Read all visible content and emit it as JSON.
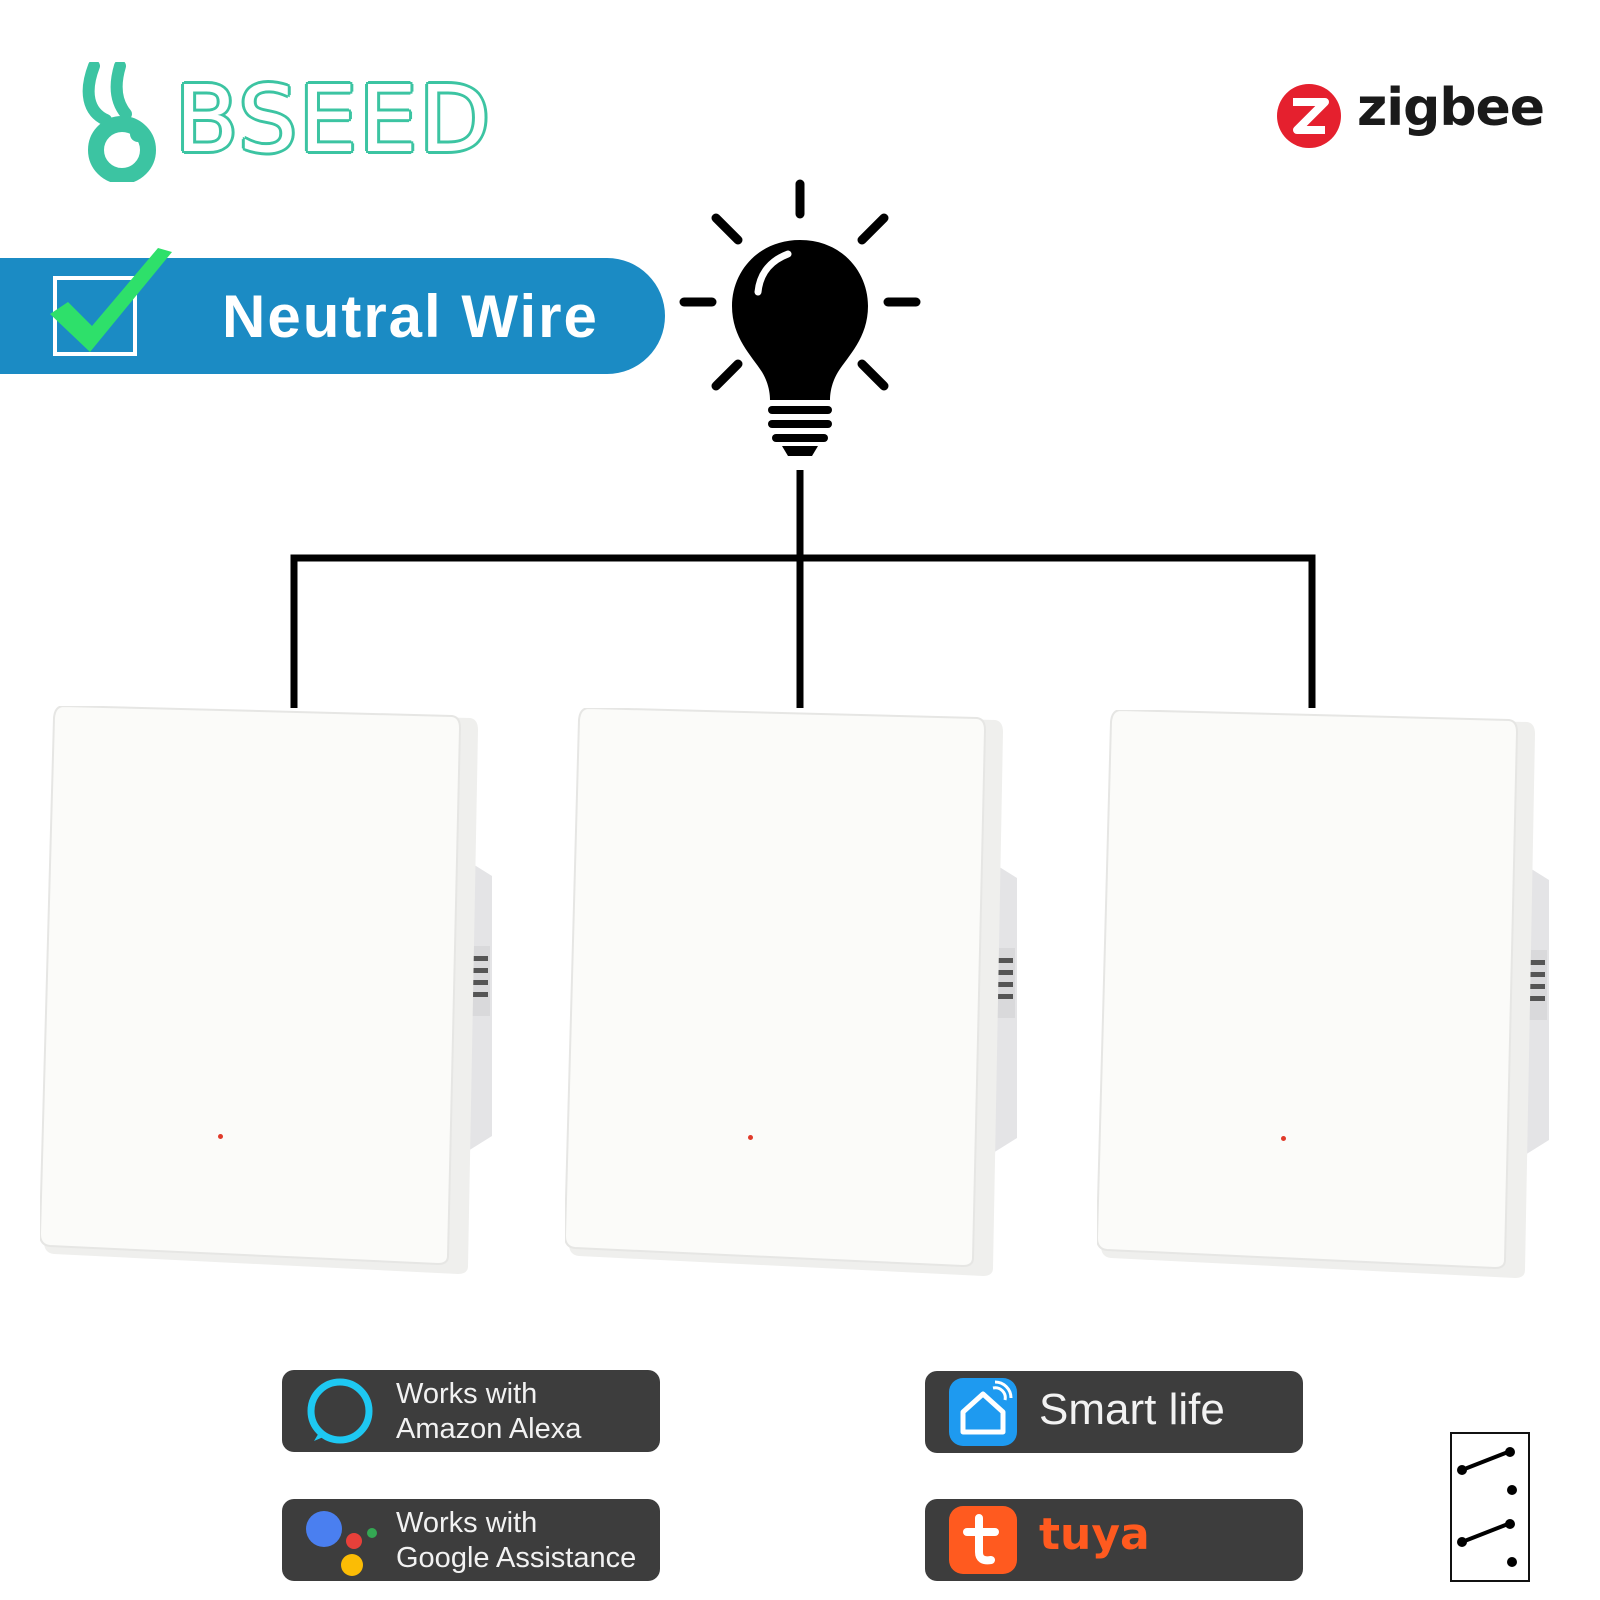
{
  "brand": {
    "name": "BSEED",
    "color": "#3cc4a2"
  },
  "protocol": {
    "name": "zigbee",
    "icon": "zigbee-icon",
    "color": "#e5202e"
  },
  "banner": {
    "label": "Neutral Wire",
    "color": "#1b8bc4",
    "check_color": "#2ee06a"
  },
  "diagram": {
    "lamp_icon": "light-bulb-icon",
    "switch_count": 3
  },
  "badges": {
    "alexa": {
      "line1": "Works with",
      "line2": "Amazon Alexa",
      "icon": "alexa-icon"
    },
    "google": {
      "line1": "Works with",
      "line2": "Google Assistance",
      "icon": "google-assistant-icon"
    },
    "smartlife": {
      "label": "Smart life",
      "icon": "smart-life-home-icon"
    },
    "tuya": {
      "label": "tuya",
      "icon": "tuya-icon",
      "color": "#ff5a1f"
    }
  },
  "symbol": {
    "icon": "two-way-switch-symbol-icon"
  }
}
